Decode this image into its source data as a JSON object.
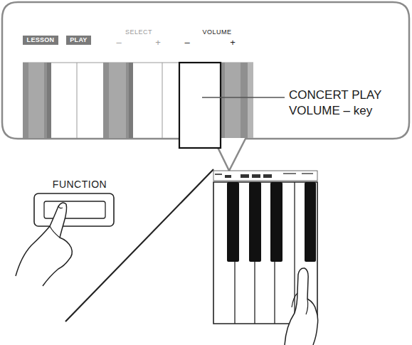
{
  "diagram": {
    "nodes": [
      {
        "text": [
          "LESSON"
        ]
      },
      {
        "text": [
          "PLAY"
        ]
      }
    ],
    "labels": [
      "SELECT",
      "–",
      "+",
      "VOLUME",
      "–",
      "+",
      "CONCERT PLAY VOLUME – key",
      "FUNCTION"
    ]
  }
}
